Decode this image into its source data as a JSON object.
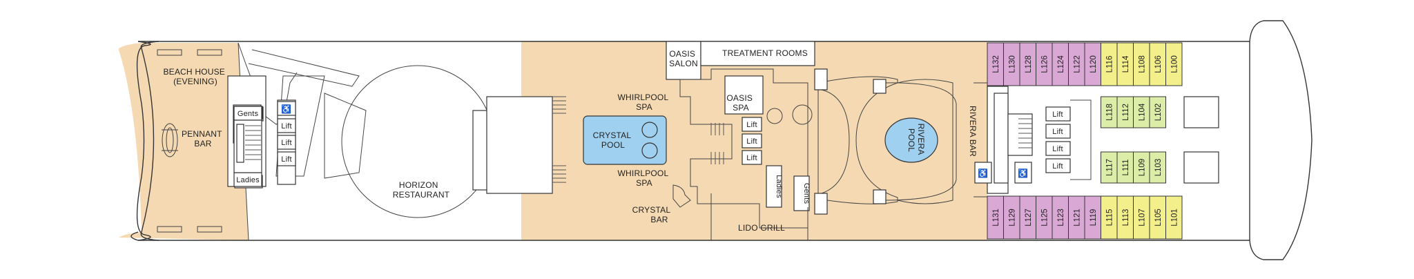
{
  "colors": {
    "deck_wood": "#f5d9b2",
    "cabin_purple": "#d9a8d5",
    "cabin_yellow": "#f3ef8a",
    "cabin_green": "#dceda8",
    "pool_blue": "#9fd0ef",
    "outline": "#333333"
  },
  "areas": {
    "beach_house": [
      "BEACH HOUSE",
      "(EVENING)"
    ],
    "pennant_bar": [
      "PENNANT",
      "BAR"
    ],
    "horizon_restaurant": [
      "HORIZON",
      "RESTAURANT"
    ],
    "oasis_salon": [
      "OASIS",
      "SALON"
    ],
    "treatment_rooms": "TREATMENT ROOMS",
    "whirlpool_spa_top": [
      "WHIRLPOOL",
      "SPA"
    ],
    "whirlpool_spa_bottom": [
      "WHIRLPOOL",
      "SPA"
    ],
    "crystal_pool": [
      "CRYSTAL",
      "POOL"
    ],
    "crystal_bar": [
      "CRYSTAL",
      "BAR"
    ],
    "oasis_spa": [
      "OASIS",
      "SPA"
    ],
    "lido_grill": "LIDO GRILL",
    "rivera_pool": [
      "RIVERA",
      "POOL"
    ],
    "rivera_bar": "RIVERA BAR"
  },
  "facilities": {
    "gents": "Gents",
    "ladies": "Ladies",
    "lift": "Lift",
    "accessible_icon": "wheelchair-icon"
  },
  "cabins": {
    "top_purple": [
      "L132",
      "L130",
      "L128",
      "L126",
      "L124",
      "L122",
      "L120"
    ],
    "top_yellow": [
      "L116",
      "L114",
      "L108",
      "L106",
      "L100"
    ],
    "mid_top_green": [
      "L118",
      "L112",
      "L104",
      "L102"
    ],
    "mid_bottom_green": [
      "L117",
      "L111",
      "L109",
      "L103"
    ],
    "bottom_purple": [
      "L131",
      "L129",
      "L127",
      "L125",
      "L123",
      "L121",
      "L119"
    ],
    "bottom_yellow": [
      "L115",
      "L113",
      "L107",
      "L105",
      "L101"
    ]
  }
}
